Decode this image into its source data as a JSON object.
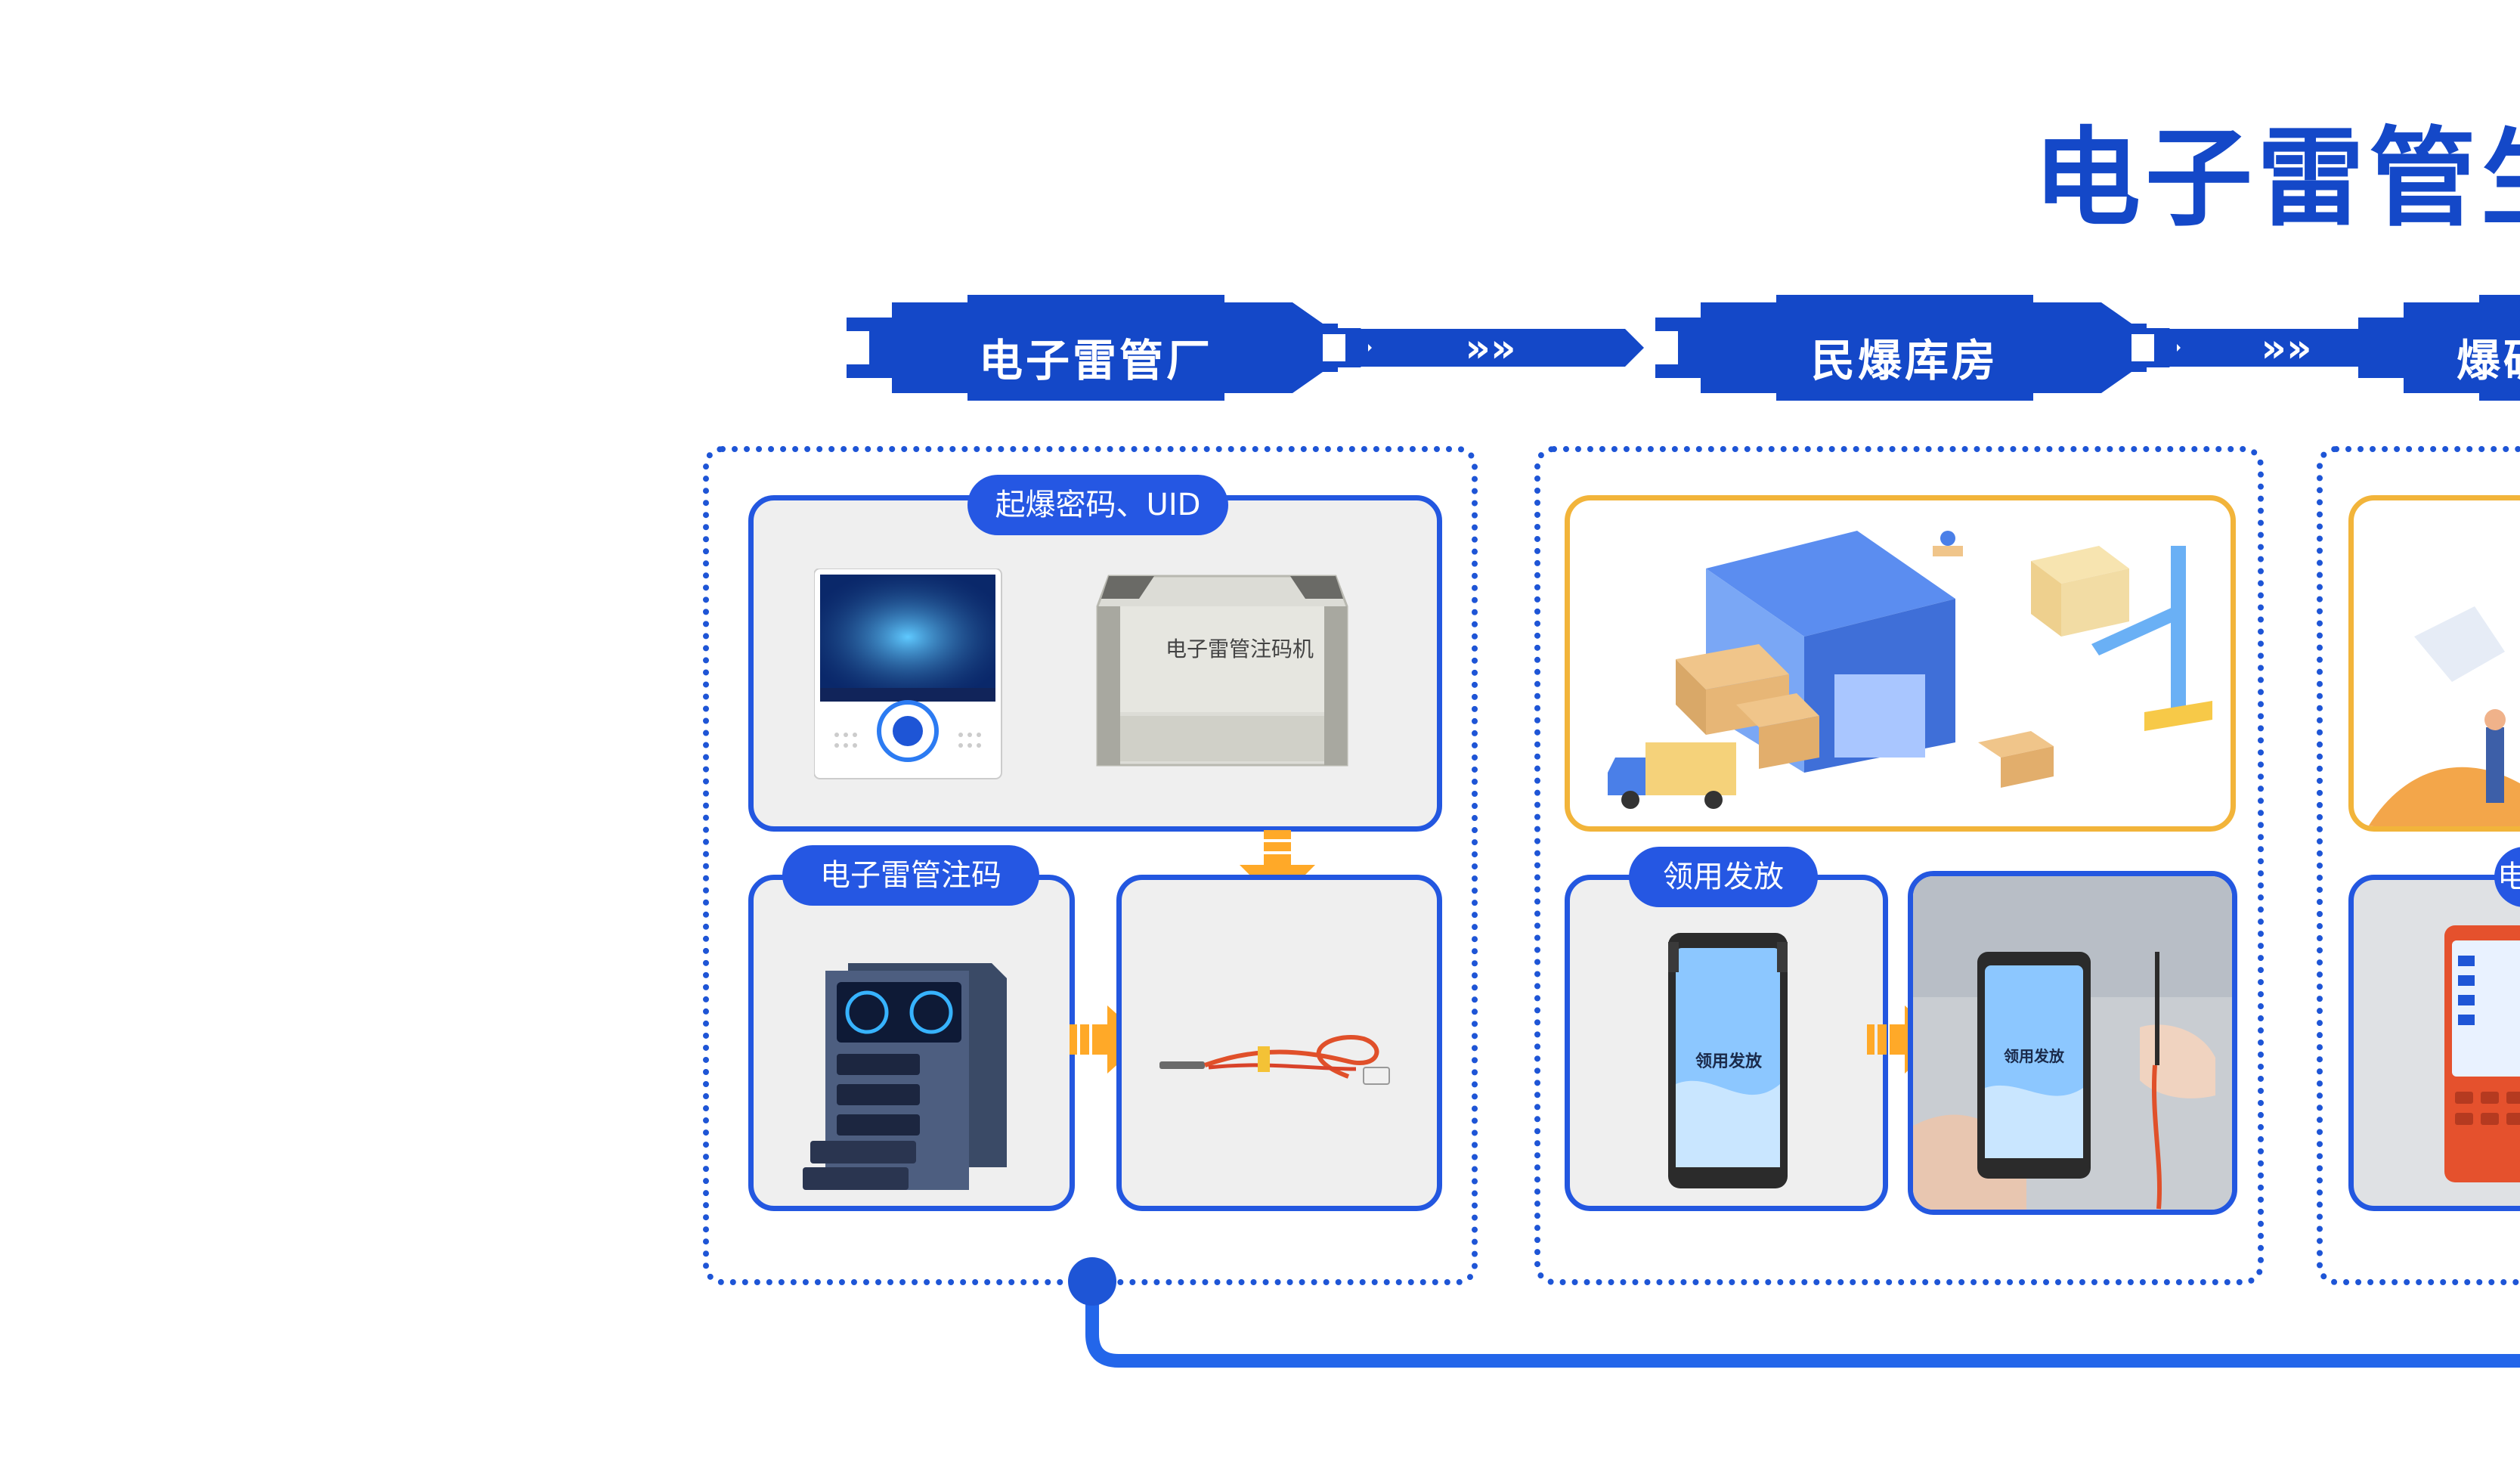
{
  "title": "电子雷管生",
  "stages": [
    {
      "label": "电子雷管厂"
    },
    {
      "label": "民爆库房"
    },
    {
      "label": "爆破"
    }
  ],
  "factory": {
    "top_pill": "起爆密码、UID",
    "code_machine_label": "电子雷管注码机",
    "inject_pill": "电子雷管注码"
  },
  "warehouse": {
    "issue_pill": "领用发放",
    "phone_screen_text": "领用发放"
  },
  "blast": {
    "pill_partial": "电"
  },
  "colors": {
    "primary": "#1448c8",
    "panel_border": "#2357e0",
    "orange_border": "#f2b43a",
    "arrow_orange": "#ffa928"
  }
}
